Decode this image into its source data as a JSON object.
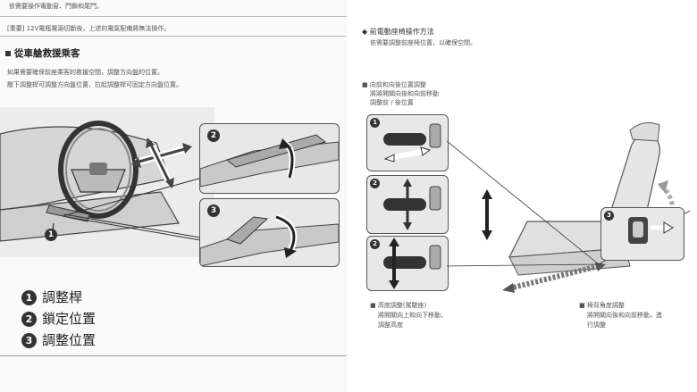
{
  "left": {
    "top_note": "依需要操作電動窗、門鎖和尾門。",
    "important_note": "[重要] 12V電瓶電源切斷後，上述的電氣配備將無法操作。",
    "section_title": "從車艙救援乘客",
    "desc_line1": "如果需要確保前座乘客的救援空間，調整方向盤的位置。",
    "desc_line2": "壓下調整桿可調整方向盤位置，拉起調整桿可固定方向盤位置。",
    "panel2_badge": "2",
    "panel3_badge": "3",
    "callout_badge": "1",
    "legend": [
      {
        "num": "1",
        "label": "調整桿"
      },
      {
        "num": "2",
        "label": "鎖定位置"
      },
      {
        "num": "3",
        "label": "調整位置"
      }
    ]
  },
  "right": {
    "title": "前電動座椅操作方法",
    "subtitle": "依需要調整前座椅位置，以確保空間。",
    "cap1_line1": "向前和向後位置調整",
    "cap1_line2": "將將開關向後和向前移動",
    "cap1_line3": "調整前 / 後位置",
    "panel_badges": [
      "1",
      "2",
      "2",
      "3"
    ],
    "cap2_line1": "高度調整(駕駛座)",
    "cap2_line2": "將開關向上和向下移動，",
    "cap2_line3": "調整高度",
    "cap3_line1": "椅背角度調整",
    "cap3_line2": "將開關向後和向前移動，進",
    "cap3_line3": "行調整"
  }
}
